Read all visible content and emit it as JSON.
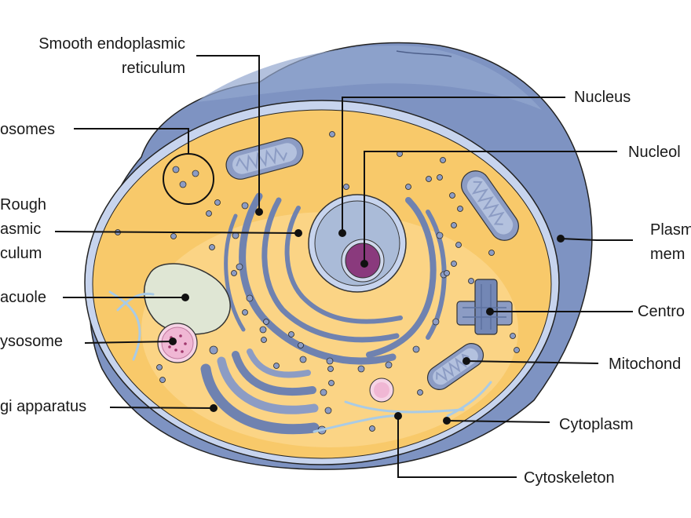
{
  "labels": {
    "smooth_er_1": "Smooth endoplasmic",
    "smooth_er_2": "reticulum",
    "ribosomes": "osomes",
    "rough_er_1": "Rough",
    "rough_er_2": "asmic",
    "rough_er_3": "culum",
    "vacuole": "acuole",
    "lysosome": "ysosome",
    "golgi": "gi apparatus",
    "nucleus": "Nucleus",
    "nucleolus": "Nucleol",
    "plasma_1": "Plasm",
    "plasma_2": "mem",
    "centro": "Centro",
    "mitochondria": "Mitochond",
    "cytoplasm": "Cytoplasm",
    "cytoskeleton": "Cytoskeleton"
  },
  "colors": {
    "membrane": "#7e93c2",
    "membrane_dark": "#5c719f",
    "cytoplasm": "#f8c96a",
    "cytoplasm_light": "#fbd78c",
    "nucleus": "#aabbd8",
    "nucleolus": "#8a3a7d",
    "organelle": "#8c9cc4",
    "leader": "#111111"
  }
}
